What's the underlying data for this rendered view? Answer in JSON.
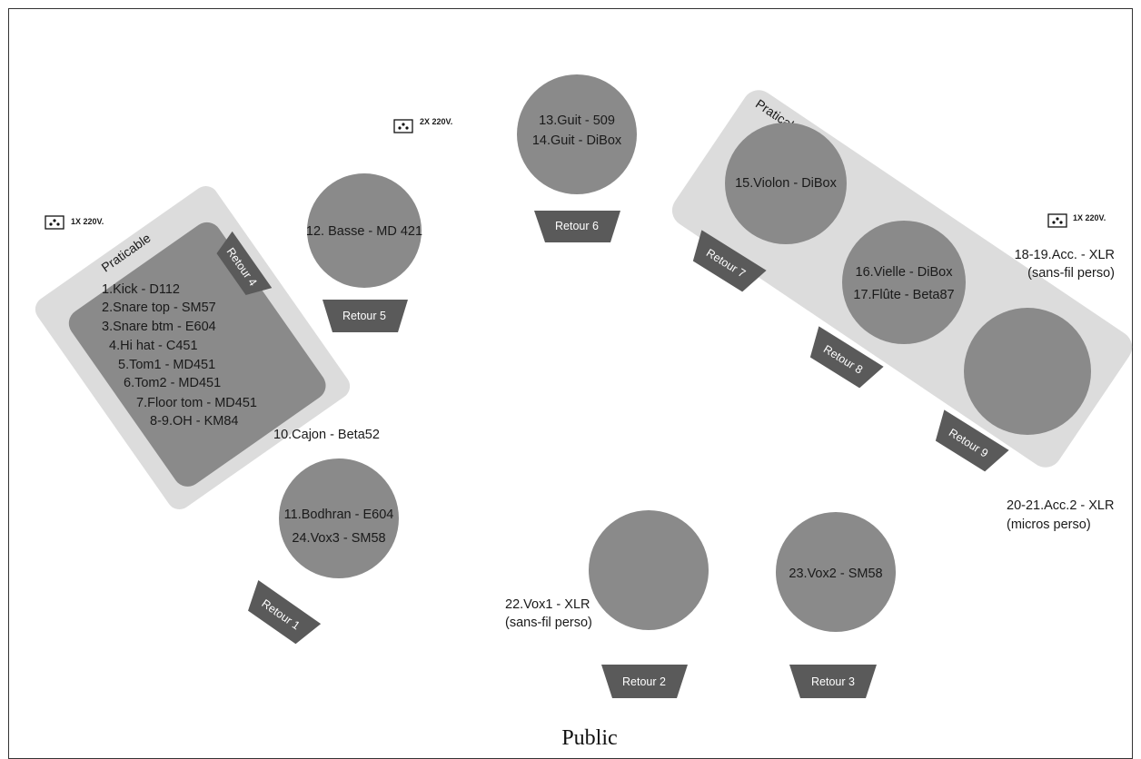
{
  "platforms": {
    "drums": "Praticable",
    "strings": "Praticable"
  },
  "drum_mics": [
    "1.Kick - D112",
    "2.Snare top - SM57",
    "3.Snare btm - E604",
    "4.Hi hat - C451",
    "5.Tom1 - MD451",
    "6.Tom2 - MD451",
    "7.Floor tom - MD451",
    "8-9.OH - KM84"
  ],
  "circles": {
    "basse": "12. Basse - MD 421",
    "guit_1": "13.Guit - 509",
    "guit_2": "14.Guit - DiBox",
    "violon": "15.Violon - DiBox",
    "vielle_1": "16.Vielle - DiBox",
    "vielle_2": "17.Flûte - Beta87",
    "bodhran_1": "11.Bodhran - E604",
    "bodhran_2": "24.Vox3 - SM58",
    "vox2": "23.Vox2 - SM58"
  },
  "labels": {
    "cajon": "10.Cajon - Beta52",
    "acc_1": "18-19.Acc. - XLR",
    "acc_2": "(sans-fil perso)",
    "acc2_1": "20-21.Acc.2 - XLR",
    "acc2_2": "(micros perso)",
    "vox1_1": "22.Vox1 - XLR",
    "vox1_2": "(sans-fil perso)"
  },
  "retours": {
    "r1": "Retour 1",
    "r2": "Retour 2",
    "r3": "Retour 3",
    "r4": "Retour 4",
    "r5": "Retour 5",
    "r6": "Retour 6",
    "r7": "Retour 7",
    "r8": "Retour 8",
    "r9": "Retour 9"
  },
  "power": {
    "left": "1X 220V.",
    "center": "2X 220V.",
    "right": "1X 220V."
  },
  "audience": "Public",
  "colors": {
    "platform": "#dcdcdc",
    "drum_riser": "#8a8a8a",
    "circle": "#8a8a8a",
    "retour": "#5a5a5a",
    "frame": "#333333"
  }
}
